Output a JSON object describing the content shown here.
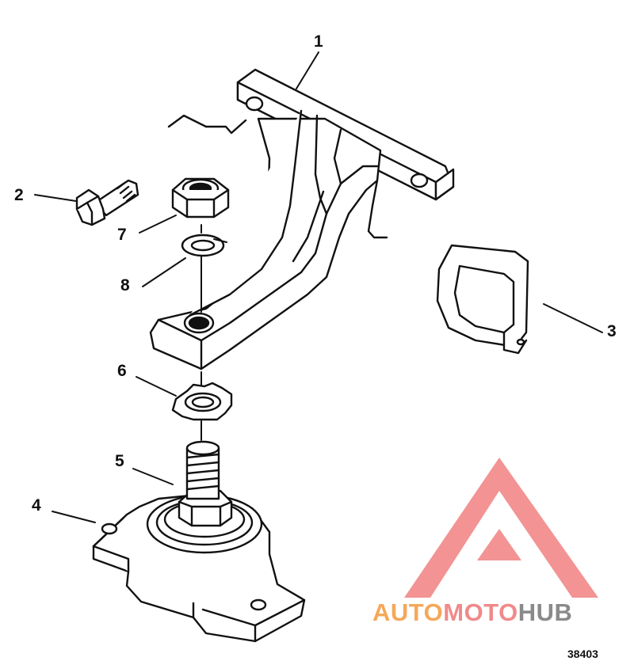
{
  "callouts": {
    "c1": "1",
    "c2": "2",
    "c3": "3",
    "c4": "4",
    "c5": "5",
    "c6": "6",
    "c7": "7",
    "c8": "8"
  },
  "figure_number": "38403",
  "watermark": {
    "part1": "AUTO",
    "part2": "MOTO",
    "part3": "HUB",
    "colors": {
      "auto": "#f4a85a",
      "moto": "#f08a8a",
      "hub": "#8a8a8a",
      "logo": "#ef6f6f"
    }
  }
}
